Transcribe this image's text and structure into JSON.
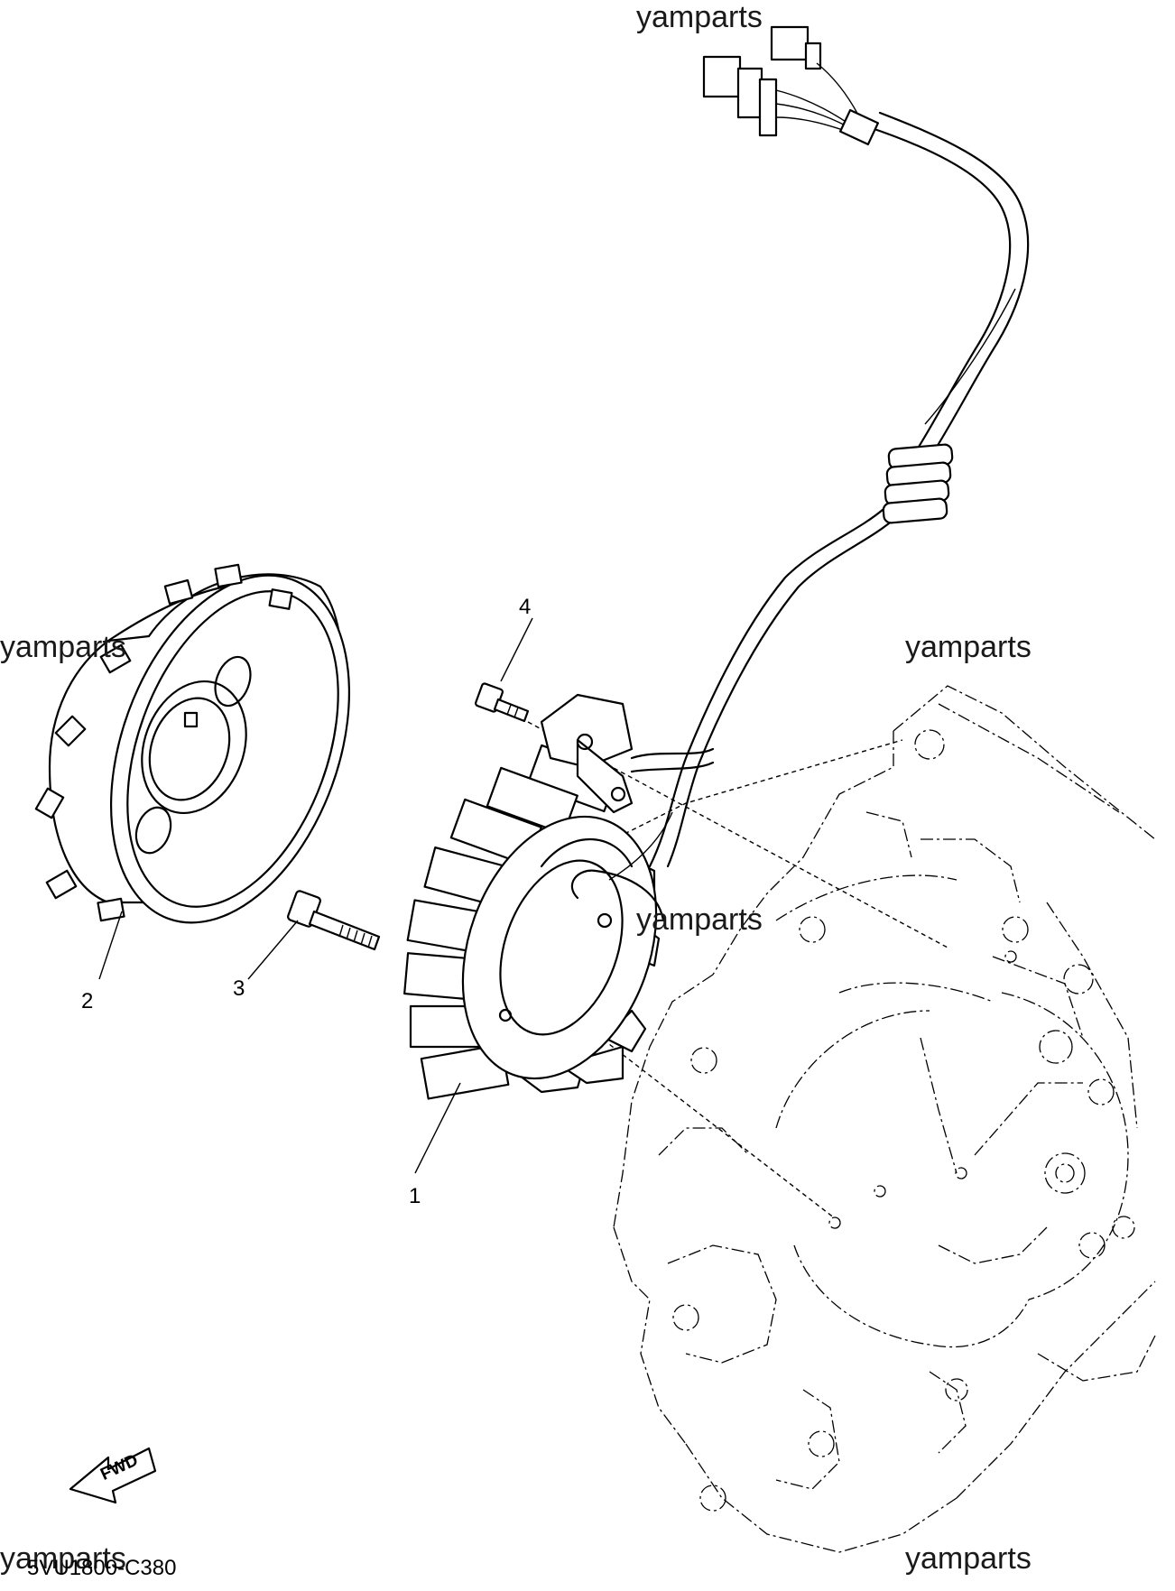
{
  "watermarks": {
    "top": "yamparts",
    "left": "yamparts",
    "right": "yamparts",
    "center": "yamparts",
    "bottom_left": "yamparts",
    "bottom_right": "yamparts"
  },
  "callouts": [
    "1",
    "2",
    "3",
    "4"
  ],
  "fwd_label": "FWD",
  "diagram_code": "5VU1800-C380"
}
